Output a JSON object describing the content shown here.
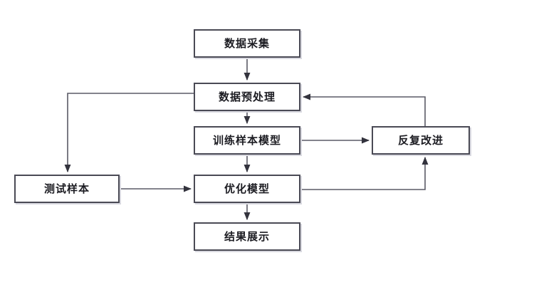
{
  "diagram": {
    "type": "flowchart",
    "title": "",
    "line_color": "#5a5a66",
    "box_border_color": "#4a4a55",
    "box_fill_color": "#ffffff",
    "background_color": "#ffffff",
    "nodes": [
      {
        "id": "collect",
        "label": "数据采集"
      },
      {
        "id": "preproc",
        "label": "数据预处理"
      },
      {
        "id": "train",
        "label": "训练样本模型"
      },
      {
        "id": "improve",
        "label": "反复改进"
      },
      {
        "id": "test",
        "label": "测试样本"
      },
      {
        "id": "optimize",
        "label": "优化模型"
      },
      {
        "id": "result",
        "label": "结果展示"
      }
    ],
    "edges": [
      {
        "from": "collect",
        "to": "preproc",
        "label": ""
      },
      {
        "from": "preproc",
        "to": "train",
        "label": ""
      },
      {
        "from": "preproc",
        "to": "test",
        "label": ""
      },
      {
        "from": "train",
        "to": "optimize",
        "label": ""
      },
      {
        "from": "train",
        "to": "improve",
        "label": ""
      },
      {
        "from": "test",
        "to": "optimize",
        "label": ""
      },
      {
        "from": "optimize",
        "to": "result",
        "label": ""
      },
      {
        "from": "optimize",
        "to": "improve",
        "label": ""
      },
      {
        "from": "improve",
        "to": "preproc",
        "label": ""
      }
    ]
  }
}
